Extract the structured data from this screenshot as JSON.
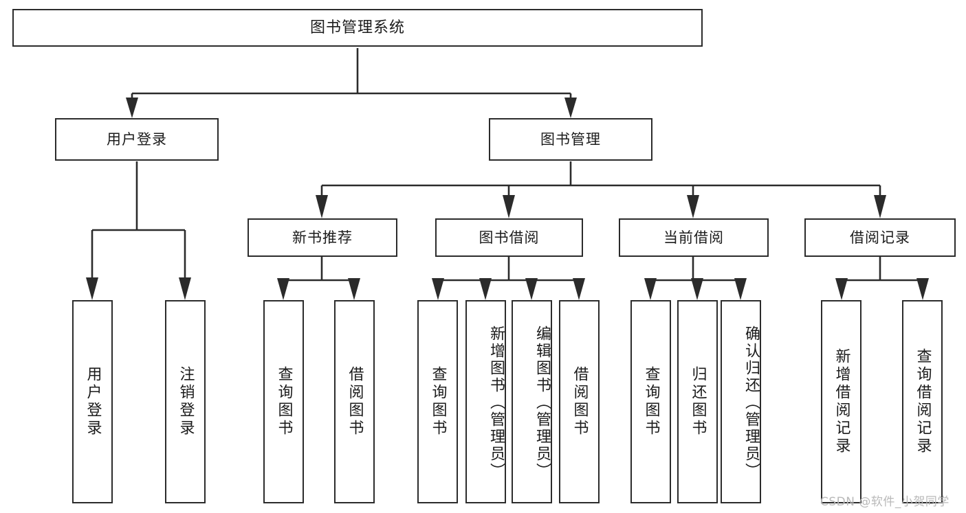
{
  "diagram": {
    "title": "图书管理系统",
    "watermark": "CSDN @软件_小贺同学",
    "colors": {
      "stroke": "#2b2b2b",
      "background": "#ffffff",
      "text": "#1b1b1b",
      "watermark": "#b9b9b9"
    },
    "root": {
      "label": "图书管理系统"
    },
    "level2": [
      {
        "label": "用户登录"
      },
      {
        "label": "图书管理"
      }
    ],
    "level3": [
      {
        "label": "新书推荐"
      },
      {
        "label": "图书借阅"
      },
      {
        "label": "当前借阅"
      },
      {
        "label": "借阅记录"
      }
    ],
    "leaves": {
      "user_login": [
        {
          "label": "用户登录"
        },
        {
          "label": "注销登录"
        }
      ],
      "new_book_recommend": [
        {
          "label": "查询图书"
        },
        {
          "label": "借阅图书"
        }
      ],
      "book_borrow": [
        {
          "label": "查询图书"
        },
        {
          "label": "新增图书（管理员）"
        },
        {
          "label": "编辑图书（管理员）"
        },
        {
          "label": "借阅图书"
        }
      ],
      "current_borrow": [
        {
          "label": "查询图书"
        },
        {
          "label": "归还图书"
        },
        {
          "label": "确认归还（管理员）"
        }
      ],
      "borrow_record": [
        {
          "label": "新增借阅记录"
        },
        {
          "label": "查询借阅记录"
        }
      ]
    }
  }
}
